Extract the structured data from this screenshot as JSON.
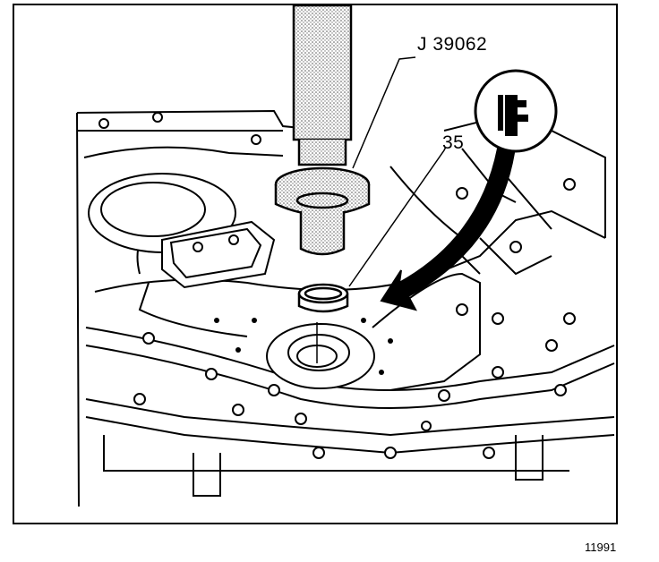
{
  "figure": {
    "tool_label": "J 39062",
    "item_label": "35",
    "figure_number": "11991"
  },
  "colors": {
    "ink": "#000000",
    "paper": "#ffffff",
    "stipple": "#bdbdbd"
  },
  "icons": [
    "seal-installer-tool-icon",
    "seal-ring-icon",
    "case-cover-icon",
    "direction-arrow-icon",
    "detail-callout-icon"
  ]
}
